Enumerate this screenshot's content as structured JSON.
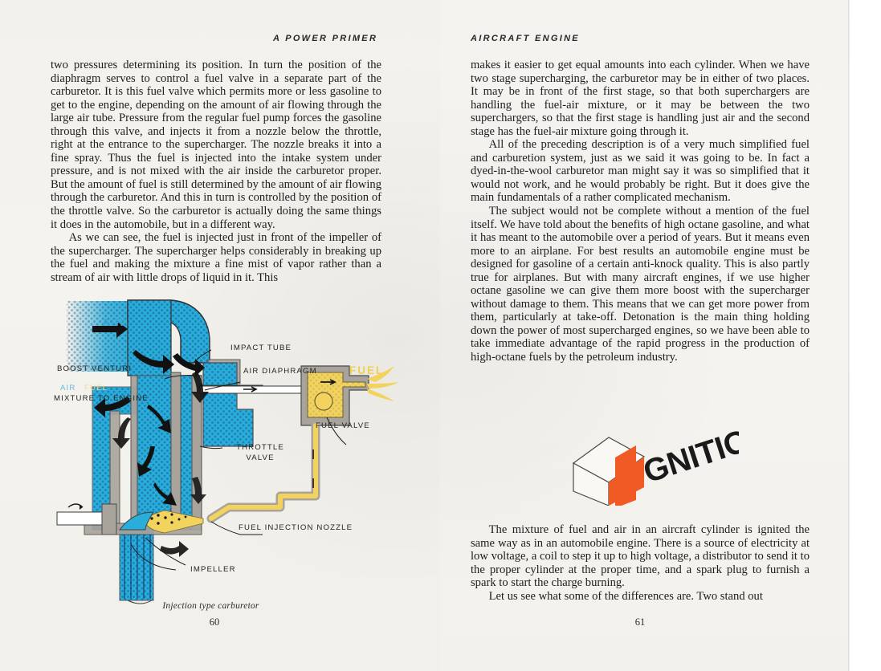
{
  "book": {
    "left_page": {
      "running_head": "A POWER PRIMER",
      "folio": "60",
      "paragraphs": [
        "two pressures determining its position. In turn the position of the diaphragm serves to control a fuel valve in a separate part of the carburetor. It is this fuel valve which permits more or less gasoline to get to the engine, depending on the amount of air flowing through the large air tube. Pressure from the regular fuel pump forces the gasoline through this valve, and injects it from a nozzle below the throttle, right at the entrance to the supercharger. The nozzle breaks it into a fine spray. Thus the fuel is injected into the intake system under pressure, and is not mixed with the air inside the carburetor proper. But the amount of fuel is still determined by the amount of air flowing through the carburetor. And this in turn is controlled by the position of the throttle valve. So the carburetor is actually doing the same things it does in the automobile, but in a different way.",
        "As we can see, the fuel is injected just in front of the impeller of the supercharger. The supercharger helps considerably in breaking up the fuel and making the mixture a fine mist of vapor rather than a stream of air with little drops of liquid in it. This"
      ],
      "figure": {
        "caption": "Injection type carburetor",
        "labels": {
          "air": "AIR",
          "boost_venturi": "BOOST VENTURI",
          "mixture_air": "AIR",
          "mixture_fuel": "FUEL",
          "mixture_to_engine": "MIXTURE TO ENGINE",
          "impact_tube": "IMPACT TUBE",
          "air_diaphragm": "AIR DIAPHRAGM",
          "fuel": "FUEL",
          "fuel_valve": "FUEL VALVE",
          "throttle_valve_line1": "THROTTLE",
          "throttle_valve_line2": "VALVE",
          "fuel_injection_nozzle": "FUEL INJECTION NOZZLE",
          "impeller": "IMPELLER"
        },
        "colors": {
          "air_cyan": "#29aedb",
          "air_cyan_light": "#57c3e4",
          "fuel_yellow": "#f2d35e",
          "metal_gray": "#a8a49c",
          "outline": "#3a3a3a"
        }
      }
    },
    "right_page": {
      "running_head": "AIRCRAFT ENGINE",
      "folio": "61",
      "paragraphs_before_logo": [
        "makes it easier to get equal amounts into each cylinder. When we have two stage supercharging, the carburetor may be in either of two places. It may be in front of the first stage, so that both superchargers are handling the fuel-air mixture, or it may be between the two superchargers, so that the first stage is handling just air and the second stage has the fuel-air mixture going through it.",
        "All of the preceding description is of a very much simplified fuel and carburetion system, just as we said it was going to be. In fact a dyed-in-the-wool carburetor man might say it was so simplified that it would not work, and he would probably be right. But it does give the main fundamentals of a rather complicated mechanism.",
        "The subject would not be complete without a mention of the fuel itself. We have told about the benefits of high octane gasoline, and what it has meant to the automobile over a period of years. But it means even more to an airplane. For best results an automobile engine must be designed for gasoline of a certain anti-knock quality. This is also partly true for airplanes. But with many aircraft engines, if we use higher octane gasoline we can give them more boost with the supercharger without damage to them. This means that we can get more power from them, particularly at take-off. Detonation is the main thing holding down the power of most supercharged engines, so we have been able to take immediate advantage of the rapid progress in the production of high-octane fuels by the petroleum industry."
      ],
      "logo": {
        "cube_letter": "I",
        "word": "GNITION",
        "full_word": "IGNITION",
        "cube_color": "#f15a24",
        "text_color": "#1a1a1a"
      },
      "paragraphs_after_logo": [
        "The mixture of fuel and air in an aircraft cylinder is ignited the same way as in an automobile engine. There is a source of electricity at low voltage, a coil to step it up to high voltage, a distributor to send it to the proper cylinder at the proper time, and a spark plug to furnish a spark to start the charge burning.",
        "Let us see what some of the differences are. Two stand out"
      ]
    }
  }
}
